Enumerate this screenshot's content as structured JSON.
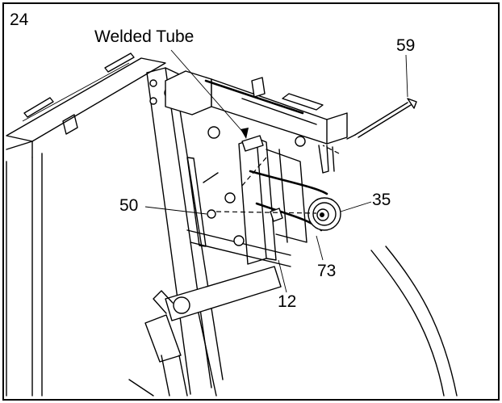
{
  "step_number": "24",
  "callouts": {
    "welded_tube": "Welded Tube",
    "p59": "59",
    "p50": "50",
    "p35": "35",
    "p73": "73",
    "p12": "12"
  }
}
